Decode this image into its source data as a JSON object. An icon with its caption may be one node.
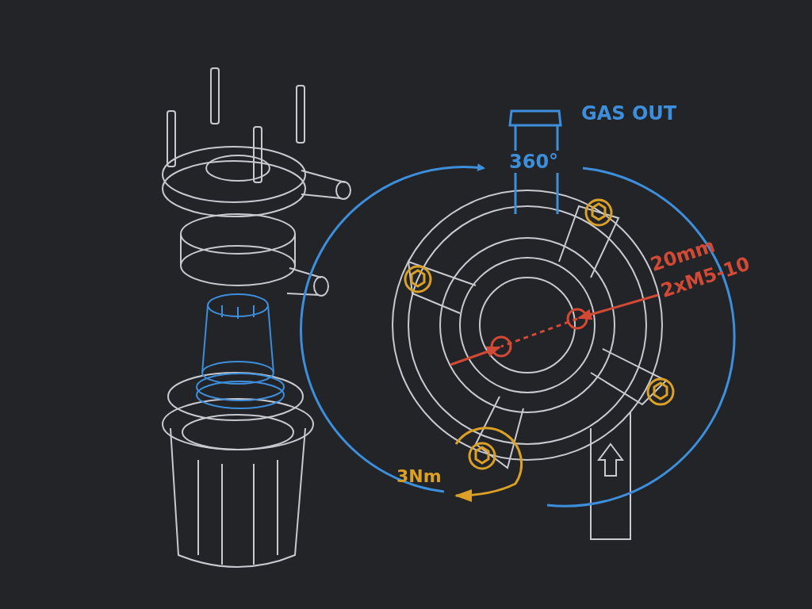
{
  "diagram": {
    "labels": [
      "GAS OUT",
      "360°",
      "20mm",
      "2xM5-10",
      "3Nm"
    ]
  }
}
